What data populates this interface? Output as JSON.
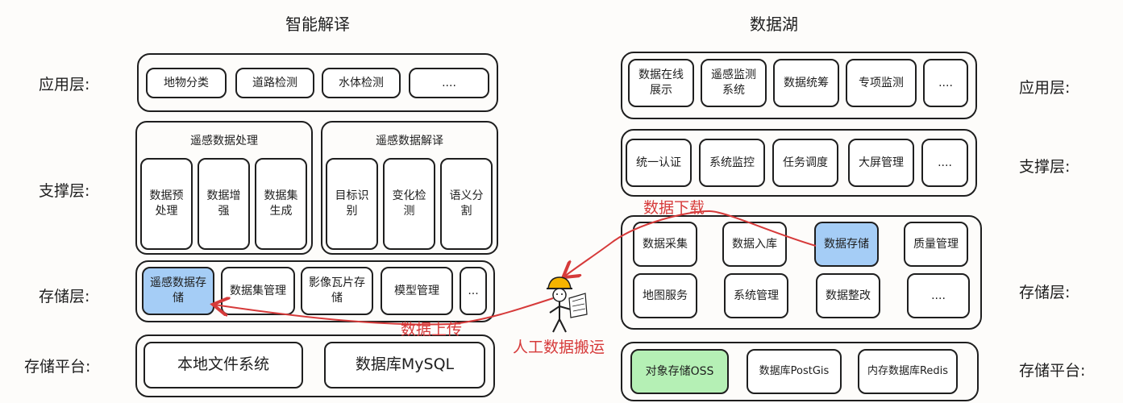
{
  "left": {
    "title": "智能解译",
    "labels": {
      "app": "应用层:",
      "support": "支撑层:",
      "storage": "存储层:",
      "platform": "存储平台:"
    },
    "app_items": [
      "地物分类",
      "道路检测",
      "水体检测",
      "...."
    ],
    "support_groups": [
      {
        "title": "遥感数据处理",
        "items": [
          "数据预\n处理",
          "数据增\n强",
          "数据集\n生成"
        ]
      },
      {
        "title": "遥感数据解译",
        "items": [
          "目标识\n别",
          "变化检\n测",
          "语义分\n割"
        ]
      }
    ],
    "storage_items": [
      "遥感数据存\n储",
      "数据集管理",
      "影像瓦片存\n储",
      "模型管理",
      "..."
    ],
    "platform_items": [
      "本地文件系统",
      "数据库MySQL"
    ]
  },
  "right": {
    "title": "数据湖",
    "labels": {
      "app": "应用层:",
      "support": "支撑层:",
      "storage": "存储层:",
      "platform": "存储平台:"
    },
    "app_items": [
      "数据在线\n展示",
      "遥感监测\n系统",
      "数据统筹",
      "专项监测",
      "...."
    ],
    "support_items": [
      "统一认证",
      "系统监控",
      "任务调度",
      "大屏管理",
      "...."
    ],
    "storage_items": [
      "数据采集",
      "数据入库",
      "数据存储",
      "质量管理",
      "地图服务",
      "系统管理",
      "数据整改",
      "...."
    ],
    "platform_items": [
      "对象存储OSS",
      "数据库PostGis",
      "内存数据库Redis"
    ]
  },
  "annotations": {
    "download": "数据下载",
    "upload": "数据上传",
    "manual": "人工数据搬运"
  },
  "colors": {
    "highlight_blue": "#a5cdf6",
    "highlight_green": "#b5f0b5",
    "arrow_red": "#d63a3a"
  },
  "icons": [
    "worker-with-helmet-icon"
  ]
}
